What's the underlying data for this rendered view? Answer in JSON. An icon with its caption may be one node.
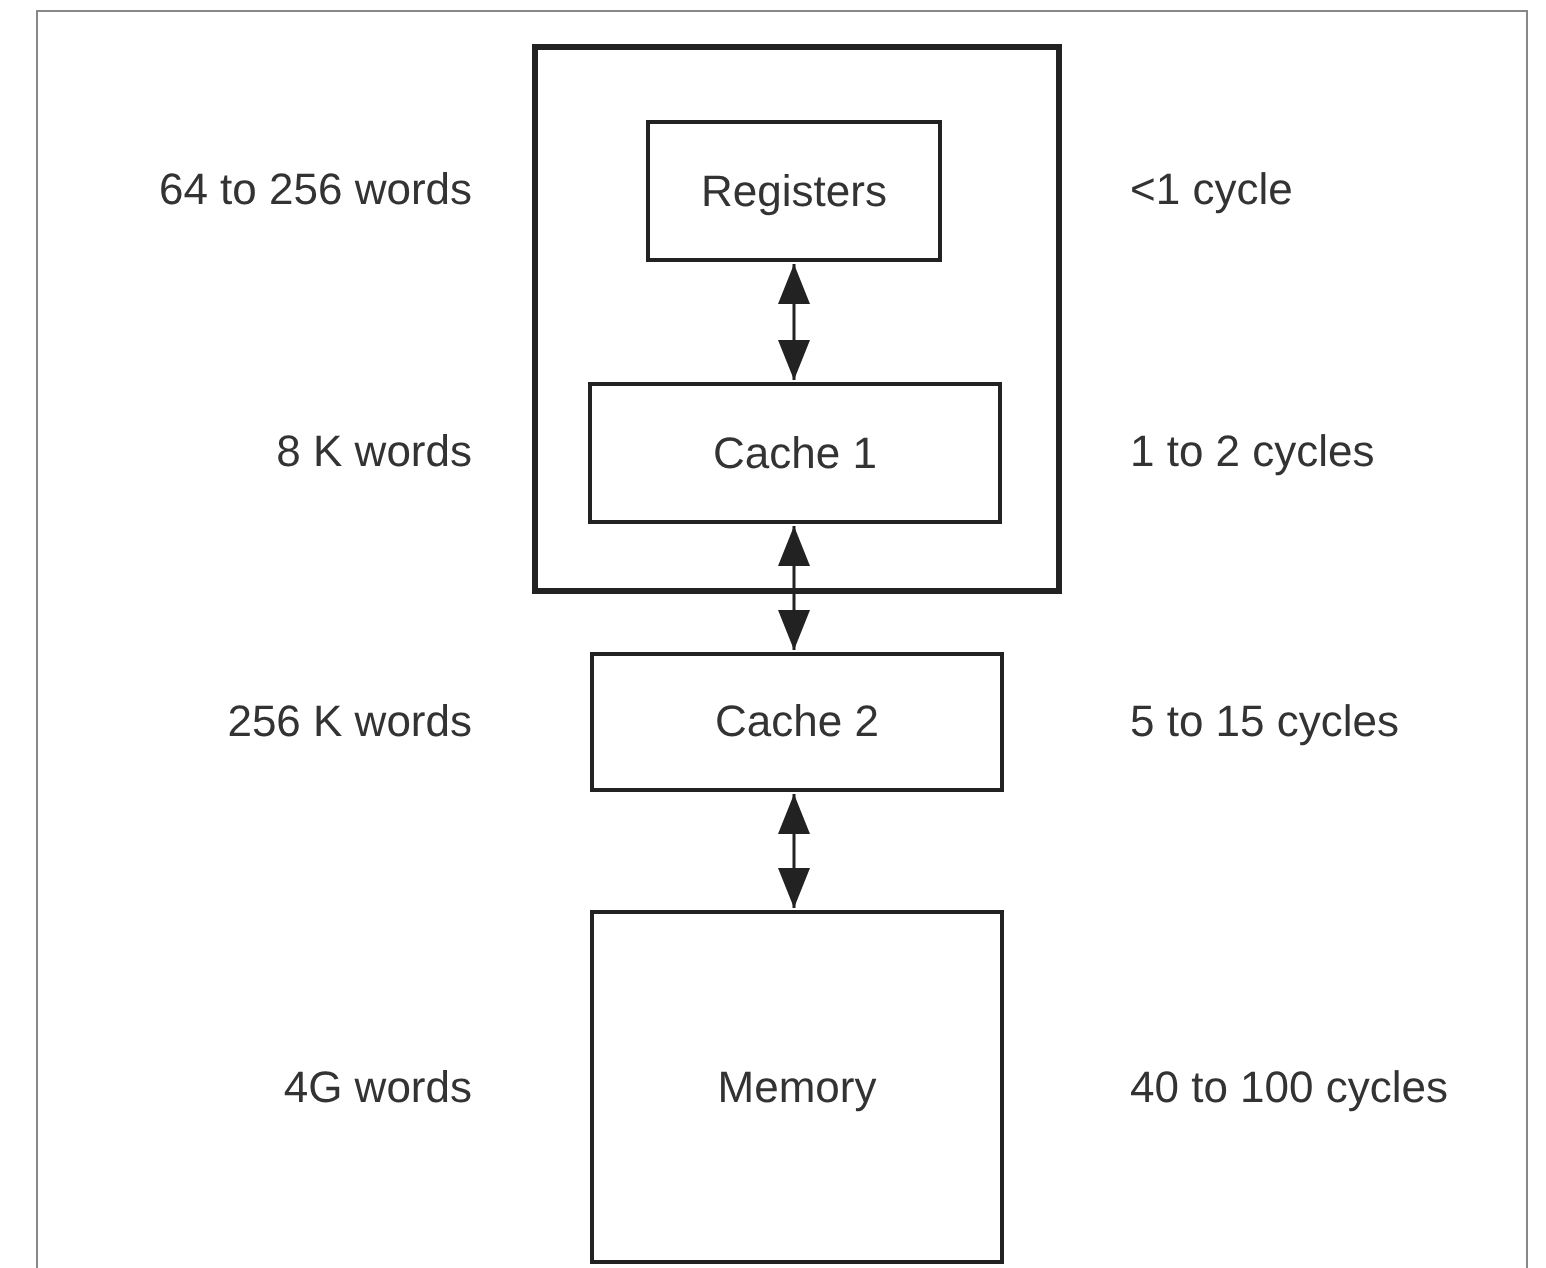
{
  "diagram": {
    "nodes": [
      {
        "text": [],
        "shape": "box"
      },
      {
        "text": [
          "Registers"
        ],
        "in": 0
      },
      {
        "text": [
          "Cache 1"
        ],
        "in": 0
      },
      {
        "text": [
          "Cache 2"
        ]
      },
      {
        "text": [
          "Memory"
        ]
      }
    ],
    "edges": [
      {
        "from": 1,
        "to": 2,
        "arrow": "both"
      },
      {
        "from": 2,
        "to": 3,
        "arrow": "both"
      },
      {
        "from": 3,
        "to": 4,
        "arrow": "both"
      }
    ],
    "labels": [
      "64 to 256 words",
      "<1 cycle",
      "8 K words",
      "1 to 2 cycles",
      "256 K words",
      "5 to 15 cycles",
      "4G words",
      "40 to 100 cycles"
    ]
  }
}
